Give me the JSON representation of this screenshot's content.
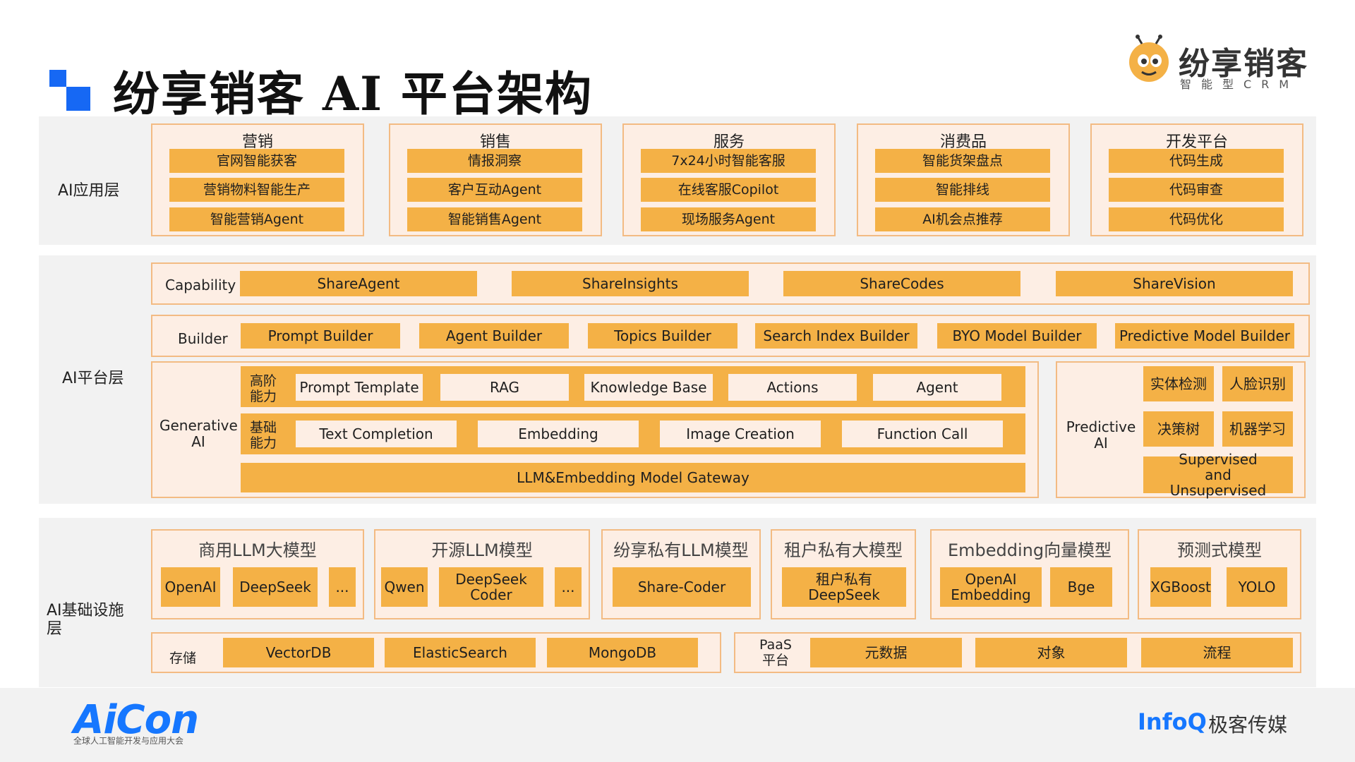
{
  "header": {
    "title": "纷享销客 AI 平台架构",
    "brand_name": "纷享销客",
    "brand_sub": "智能型CRM"
  },
  "app_layer": {
    "label": "AI应用层",
    "panels": [
      {
        "title": "营销",
        "items": [
          "官网智能获客",
          "营销物料智能生产",
          "智能营销Agent"
        ]
      },
      {
        "title": "销售",
        "items": [
          "情报洞察",
          "客户互动Agent",
          "智能销售Agent"
        ]
      },
      {
        "title": "服务",
        "items": [
          "7x24小时智能客服",
          "在线客服Copilot",
          "现场服务Agent"
        ]
      },
      {
        "title": "消费品",
        "items": [
          "智能货架盘点",
          "智能排线",
          "AI机会点推荐"
        ]
      },
      {
        "title": "开发平台",
        "items": [
          "代码生成",
          "代码审查",
          "代码优化"
        ]
      }
    ]
  },
  "platform_layer": {
    "label": "AI平台层",
    "capability": {
      "label": "Capability",
      "items": [
        "ShareAgent",
        "ShareInsights",
        "ShareCodes",
        "ShareVision"
      ]
    },
    "builder": {
      "label": "Builder",
      "items": [
        "Prompt Builder",
        "Agent Builder",
        "Topics Builder",
        "Search Index Builder",
        "BYO Model Builder",
        "Predictive Model Builder"
      ]
    },
    "generative": {
      "label": "Generative AI",
      "advanced_label": "高阶能力",
      "advanced_items": [
        "Prompt Template",
        "RAG",
        "Knowledge Base",
        "Actions",
        "Agent"
      ],
      "basic_label": "基础能力",
      "basic_items": [
        "Text Completion",
        "Embedding",
        "Image Creation",
        "Function Call"
      ],
      "gateway": "LLM&Embedding Model Gateway"
    },
    "predictive": {
      "label": "Predictive AI",
      "items": [
        "实体检测",
        "人脸识别",
        "决策树",
        "机器学习",
        "Supervised and Unsupervised"
      ]
    }
  },
  "infra_layer": {
    "label": "AI基础设施层",
    "models": [
      {
        "title": "商用LLM大模型",
        "items": [
          "OpenAI",
          "DeepSeek",
          "..."
        ]
      },
      {
        "title": "开源LLM模型",
        "items": [
          "Qwen",
          "DeepSeek Coder",
          "..."
        ]
      },
      {
        "title": "纷享私有LLM模型",
        "items": [
          "Share-Coder"
        ]
      },
      {
        "title": "租户私有大模型",
        "items": [
          "租户私有 DeepSeek"
        ]
      },
      {
        "title": "Embedding向量模型",
        "items": [
          "OpenAI Embedding",
          "Bge"
        ]
      },
      {
        "title": "预测式模型",
        "items": [
          "XGBoost",
          "YOLO"
        ]
      }
    ],
    "storage": {
      "label": "存储",
      "items": [
        "VectorDB",
        "ElasticSearch",
        "MongoDB"
      ]
    },
    "paas": {
      "label": "PaaS 平台",
      "items": [
        "元数据",
        "对象",
        "流程"
      ]
    }
  },
  "footer": {
    "aicon": "AiCon",
    "aicon_sub": "全球人工智能开发与应用大会",
    "infoq": "InfoQ",
    "infoq_cn": "极客传媒"
  },
  "colors": {
    "accent_blue": "#1668f4",
    "chip_orange": "#f4b146",
    "panel_bg": "#fdeee4",
    "panel_border": "#f3bb83",
    "band_bg": "#f2f2f2"
  }
}
